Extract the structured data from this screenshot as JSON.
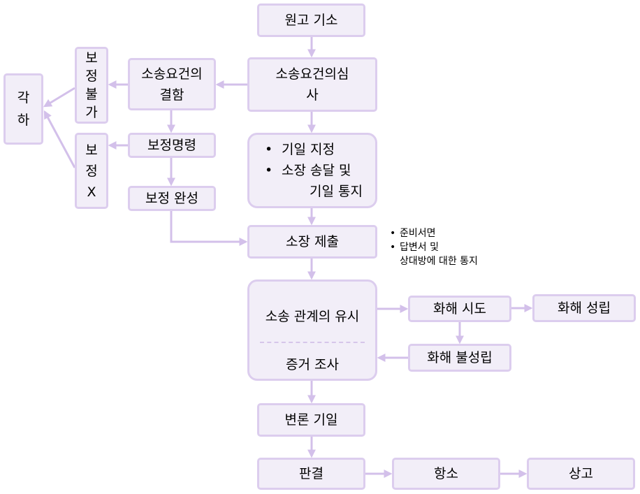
{
  "nodes": {
    "filing": "원고 기소",
    "review": "소송요건의심사",
    "lack": "소송요건의 결함",
    "uncorrectable": "보정불가",
    "dismissal": "각하",
    "correction_order": "보정명령",
    "no_correction": "보정X",
    "correction_done": "보정 완성",
    "set_date": "기일 지정",
    "serve_notice": "소장 송달 및",
    "date_notice": "기일 통지",
    "submit_complaint": "소장 제출",
    "litigation": "소송 관계의 유시",
    "evidence": "증거 조사",
    "settle_try": "화해 시도",
    "settle_ok": "화해 성립",
    "settle_fail": "화해 불성립",
    "argument_date": "변론 기일",
    "judgment": "판결",
    "appeal": "항소",
    "final_appeal": "상고"
  },
  "notes": {
    "prep": "준비서면",
    "answer": "답변서 및",
    "notify": "상대방에 대한 통지"
  },
  "colors": {
    "box_fill": "#f2eef8",
    "box_border": "#dccdee",
    "arrow": "#d3c0ea"
  }
}
